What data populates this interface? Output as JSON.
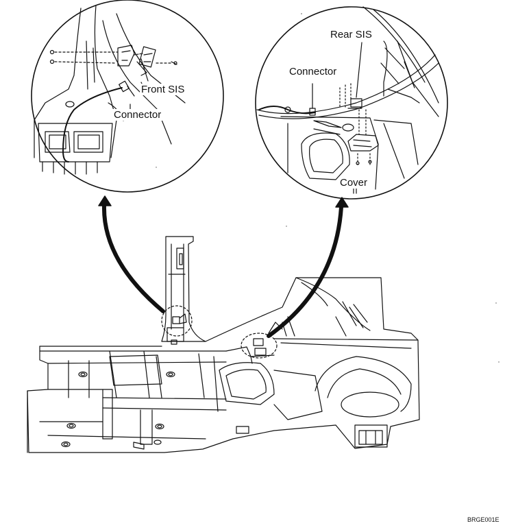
{
  "labels": {
    "front_sis": "Front SIS",
    "connector_front": "Connector",
    "rear_sis": "Rear SIS",
    "connector_rear": "Connector",
    "cover": "Cover"
  },
  "figure_code": "BRGE001E"
}
